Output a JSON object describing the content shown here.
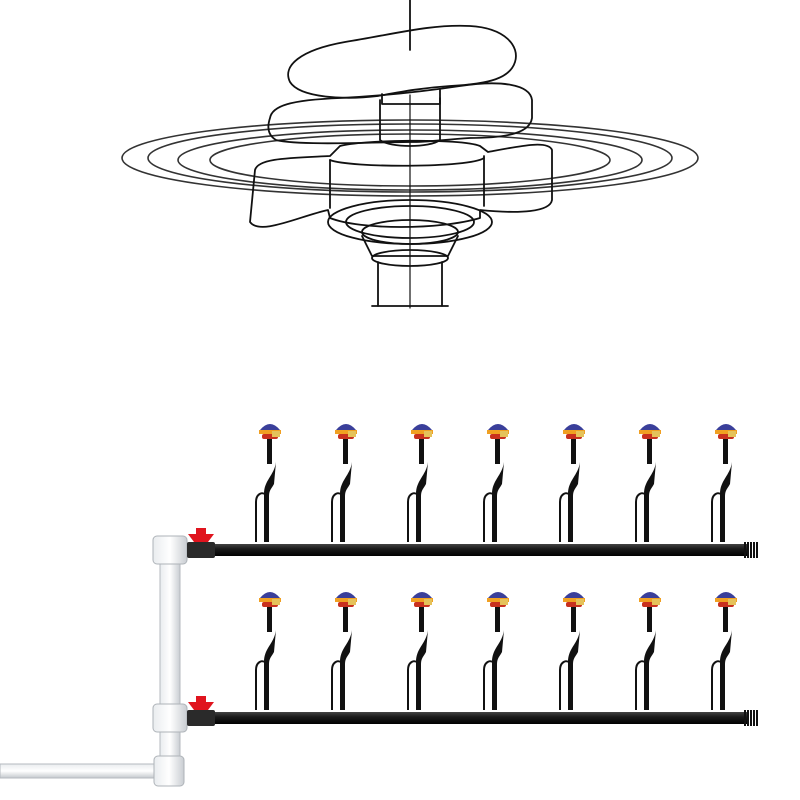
{
  "illustration": {
    "top_diagram": {
      "subject": "rotating-sprinkler-head",
      "icon": "sprinkler-head-line-drawing"
    },
    "bottom_system": {
      "rows": 2,
      "sprinklers_per_row": 7,
      "valves_per_row": 1,
      "colors": {
        "pipe": "#1f1f1f",
        "valve_handle": "#e0141e",
        "stake": "#111111",
        "head_top": "#3a3f9a",
        "head_mid": "#f0a022",
        "head_base": "#c8301e",
        "supply_pipe": "#d9dde2"
      }
    }
  }
}
